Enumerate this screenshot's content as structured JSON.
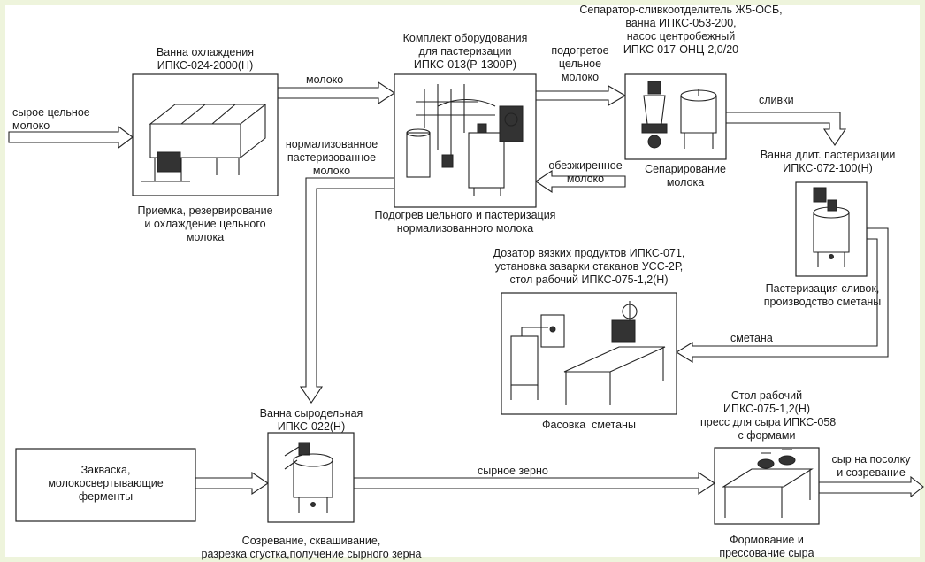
{
  "nodes": {
    "raw_input": "сырое цельное\nмолоко",
    "cooling": {
      "title": "Ванна охлаждения\nИПКС-024-2000(Н)",
      "caption": "Приемка, резервирование\nи охлаждение цельного\nмолока"
    },
    "pasteurization": {
      "title": "Комплект оборудования\nдля пастеризации\nИПКС-013(Р-1300Р)",
      "caption": "Подогрев цельного и пастеризация\nнормализованного молока"
    },
    "separator": {
      "title": "Сепаратор-сливкоотделитель Ж5-ОСБ,\nванна ИПКС-053-200,\nнасос центробежный\nИПКС-017-ОНЦ-2,0/20",
      "caption": "Сепарирование\nмолока"
    },
    "cream_bath": {
      "title": "Ванна длит. пастеризации\nИПКС-072-100(Н)",
      "caption": "Пастеризация сливок,\nпроизводство сметаны"
    },
    "packing": {
      "title": "Дозатор вязких продуктов ИПКС-071,\nустановка заварки стаканов УСС-2Р,\nстол рабочий ИПКС-075-1,2(Н)",
      "caption": "Фасовка  сметаны"
    },
    "cheese_bath": {
      "title": "Ванна сыродельная\nИПКС-022(Н)",
      "caption": "Созревание, сквашивание,\nразрезка сгустка,получение сырного зерна"
    },
    "starter": "Закваска,\nмолокосвертывающие\nферменты",
    "press": {
      "title": "Стол рабочий\nИПКС-075-1,2(Н)\nпресс для сыра ИПКС-058\nс формами",
      "caption": "Формование и\nпрессование сыра"
    }
  },
  "flows": {
    "milk": "молоко",
    "heated": "подогретое\nцельное\nмолоко",
    "normalized": "нормализованное\nпастеризованное\nмолоко",
    "skim": "обезжиренное\nмолоко",
    "cream": "сливки",
    "sour_cream": "сметана",
    "cheese_grain": "сырное зерно",
    "output": "сыр на посолку\nи созревание"
  }
}
